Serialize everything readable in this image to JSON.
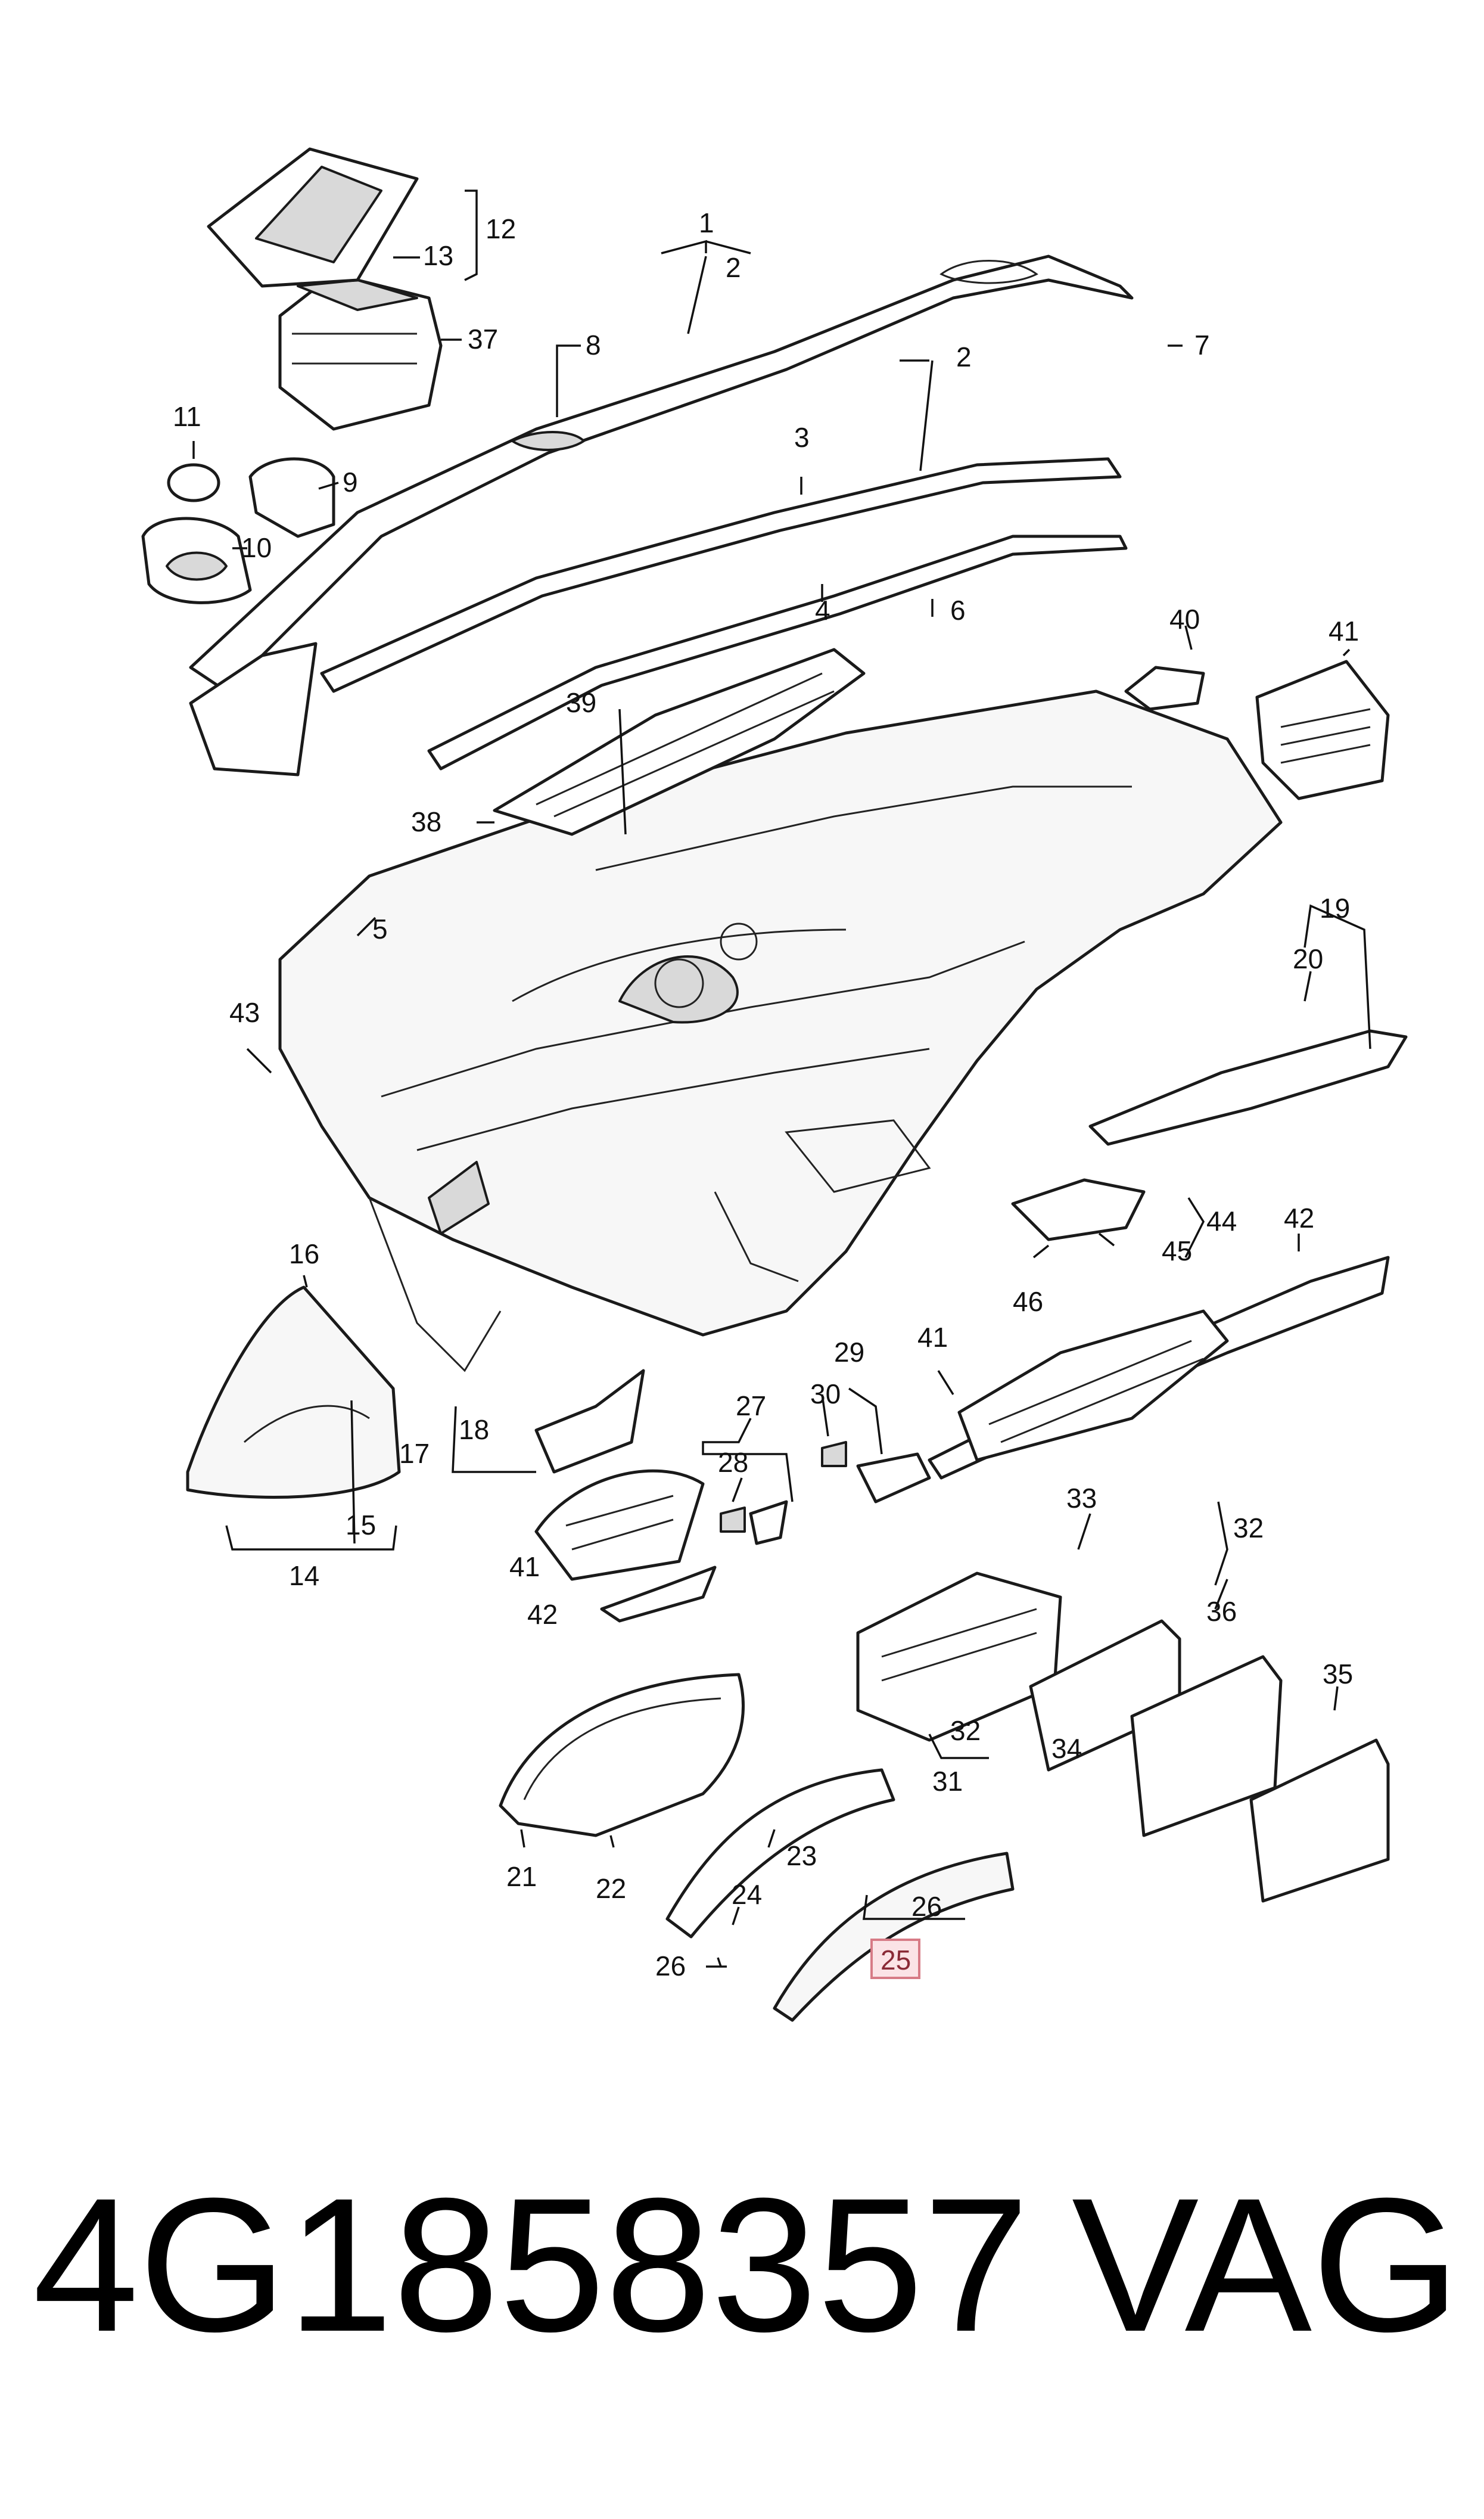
{
  "diagram": {
    "labels": [
      "1",
      "2",
      "2",
      "3",
      "4",
      "5",
      "6",
      "7",
      "8",
      "9",
      "10",
      "11",
      "12",
      "13",
      "14",
      "15",
      "16",
      "17",
      "18",
      "19",
      "20",
      "21",
      "22",
      "23",
      "24",
      "25",
      "26",
      "26",
      "27",
      "28",
      "29",
      "30",
      "31",
      "32",
      "32",
      "33",
      "34",
      "35",
      "36",
      "37",
      "38",
      "39",
      "40",
      "41",
      "41",
      "41",
      "42",
      "42",
      "43",
      "44",
      "45",
      "46"
    ],
    "highlighted_label": "25",
    "highlight_color": "#fbe3e6"
  },
  "footer": {
    "part_number": "4G1858357",
    "brand": "VAG"
  }
}
